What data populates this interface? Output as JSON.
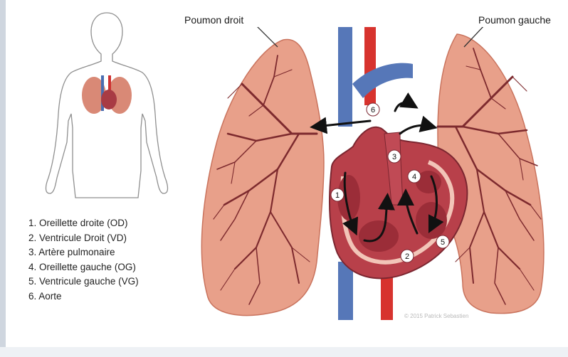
{
  "labels": {
    "right_lung": "Poumon droit",
    "left_lung": "Poumon gauche"
  },
  "legend": [
    "1. Oreillette droite (OD)",
    "2. Ventricule Droit (VD)",
    "3. Artère pulmonaire",
    "4. Oreillette gauche (OG)",
    "5. Ventricule gauche (VG)",
    "6. Aorte"
  ],
  "markers": [
    "1",
    "2",
    "3",
    "4",
    "5",
    "6"
  ],
  "credit": "© 2015 Patrick Sebastien",
  "colors": {
    "lung": "#e8a08a",
    "lung_vessels": "#7d2a2e",
    "heart": "#b8404a",
    "vein_blue": "#5677b8",
    "artery_red": "#d7332e"
  }
}
